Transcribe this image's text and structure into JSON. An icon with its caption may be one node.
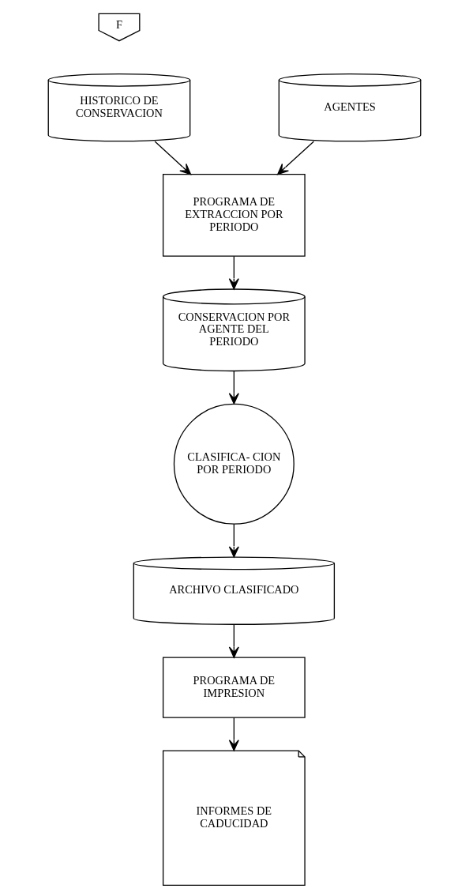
{
  "diagram": {
    "nodes": [
      {
        "text": [
          "F"
        ]
      },
      {
        "text": [
          "HISTORICO DE CONSERVACION"
        ]
      },
      {
        "text": [
          "AGENTES"
        ]
      },
      {
        "text": [
          "PROGRAMA DE EXTRACCION POR PERIODO"
        ]
      },
      {
        "text": [
          "CONSERVACION POR AGENTE DEL PERIODO"
        ]
      },
      {
        "text": [
          "CLASIFICA- CION POR PERIODO"
        ]
      },
      {
        "text": [
          "ARCHIVO CLASIFICADO"
        ]
      },
      {
        "text": [
          "PROGRAMA DE IMPRESION"
        ]
      },
      {
        "text": [
          "INFORMES DE CADUCIDAD"
        ]
      }
    ],
    "edges": [
      {
        "from": 1,
        "to": 3,
        "arrow": "to"
      },
      {
        "from": 2,
        "to": 3,
        "arrow": "to"
      },
      {
        "from": 3,
        "to": 4,
        "arrow": "to"
      },
      {
        "from": 4,
        "to": 5,
        "arrow": "to"
      },
      {
        "from": 5,
        "to": 6,
        "arrow": "to"
      },
      {
        "from": 6,
        "to": 7,
        "arrow": "to"
      },
      {
        "from": 7,
        "to": 8,
        "arrow": "to"
      }
    ]
  }
}
